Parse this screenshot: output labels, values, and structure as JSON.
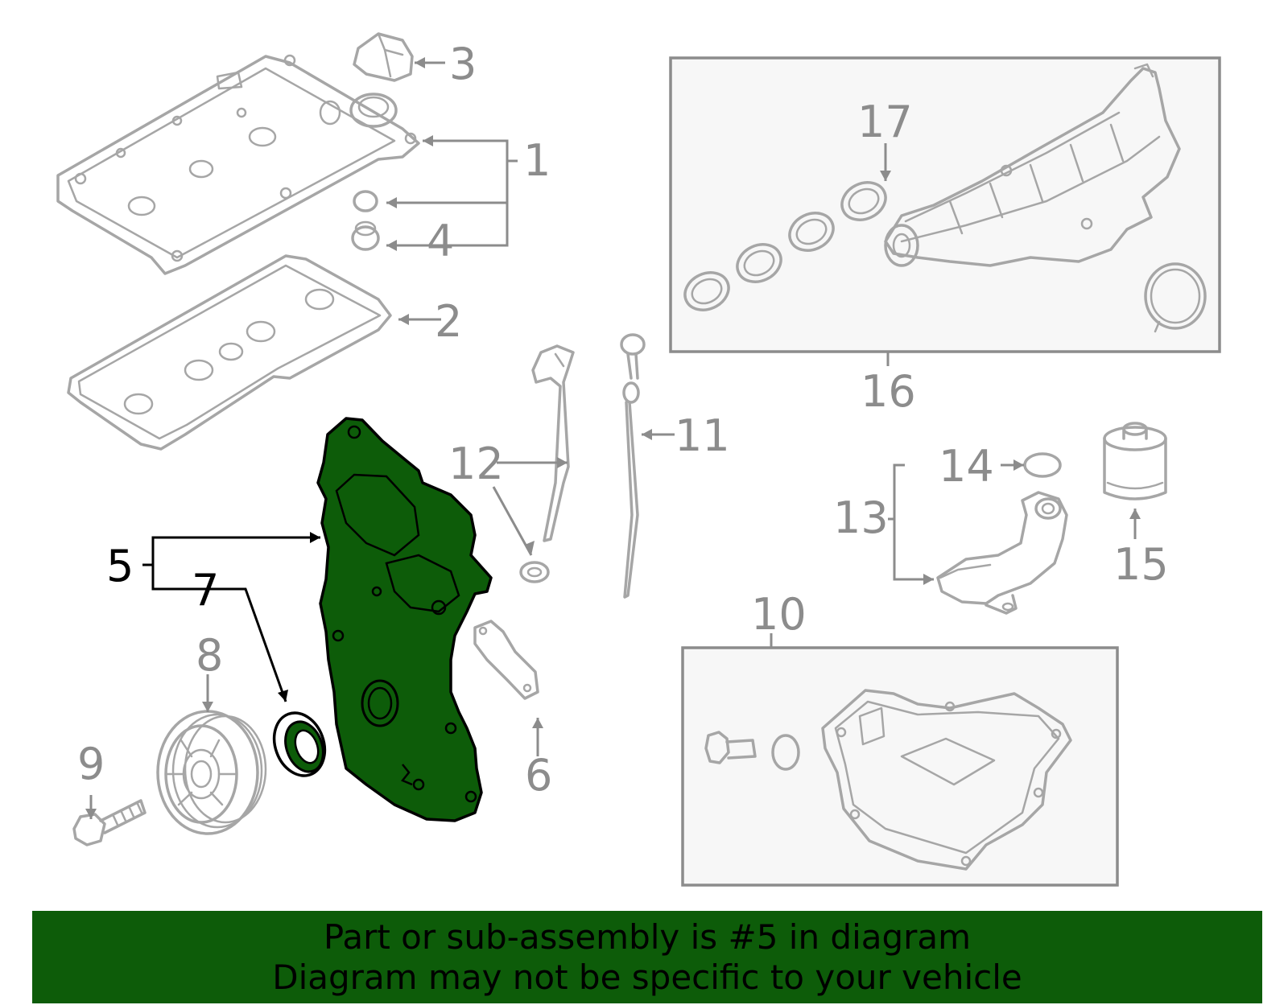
{
  "callouts": {
    "c1": "1",
    "c2": "2",
    "c3": "3",
    "c4": "4",
    "c5": "5",
    "c6": "6",
    "c7": "7",
    "c8": "8",
    "c9": "9",
    "c10": "10",
    "c11": "11",
    "c12": "12",
    "c13": "13",
    "c14": "14",
    "c15": "15",
    "c16": "16",
    "c17": "17"
  },
  "highlight": {
    "part_number": "5",
    "color": "#0d5c09"
  },
  "banner": {
    "line1": "Part or sub-assembly is #5 in diagram",
    "line2": "Diagram may not be specific to your vehicle",
    "color": "#0d5c09"
  }
}
